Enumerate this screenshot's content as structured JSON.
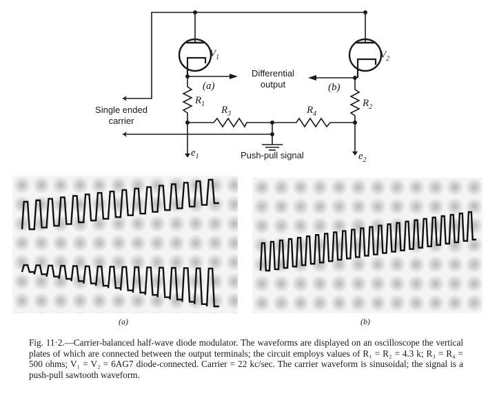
{
  "circuit": {
    "v1": "V",
    "v1_sub": "1",
    "v2": "V",
    "v2_sub": "2",
    "r1": "R",
    "r1_sub": "1",
    "r2": "R",
    "r2_sub": "2",
    "r3": "R",
    "r3_sub": "3",
    "r4": "R",
    "r4_sub": "4",
    "diff_line1": "Differential",
    "diff_line2": "output",
    "label_a": "(a)",
    "label_b": "(b)",
    "carrier_line1": "Single ended",
    "carrier_line2": "carrier",
    "e1": "e",
    "e1_sub": "1",
    "e2": "e",
    "e2_sub": "2",
    "push_pull": "Push-pull signal"
  },
  "photos": {
    "a_label": "(a)",
    "b_label": "(b)"
  },
  "caption": "Fig. 11·2.—Carrier-balanced half-wave diode modulator. The waveforms are displayed on an oscilloscope the vertical plates of which are connected between the output terminals; the circuit employs values of R₁ = R₂ = 4.3 k; R₃ = R₄ = 500 ohms; V₁ = V₂ = 6AG7 diode-connected. Carrier = 22 kc/sec. The carrier waveform is sinusoidal; the signal is a push-pull sawtooth waveform."
}
